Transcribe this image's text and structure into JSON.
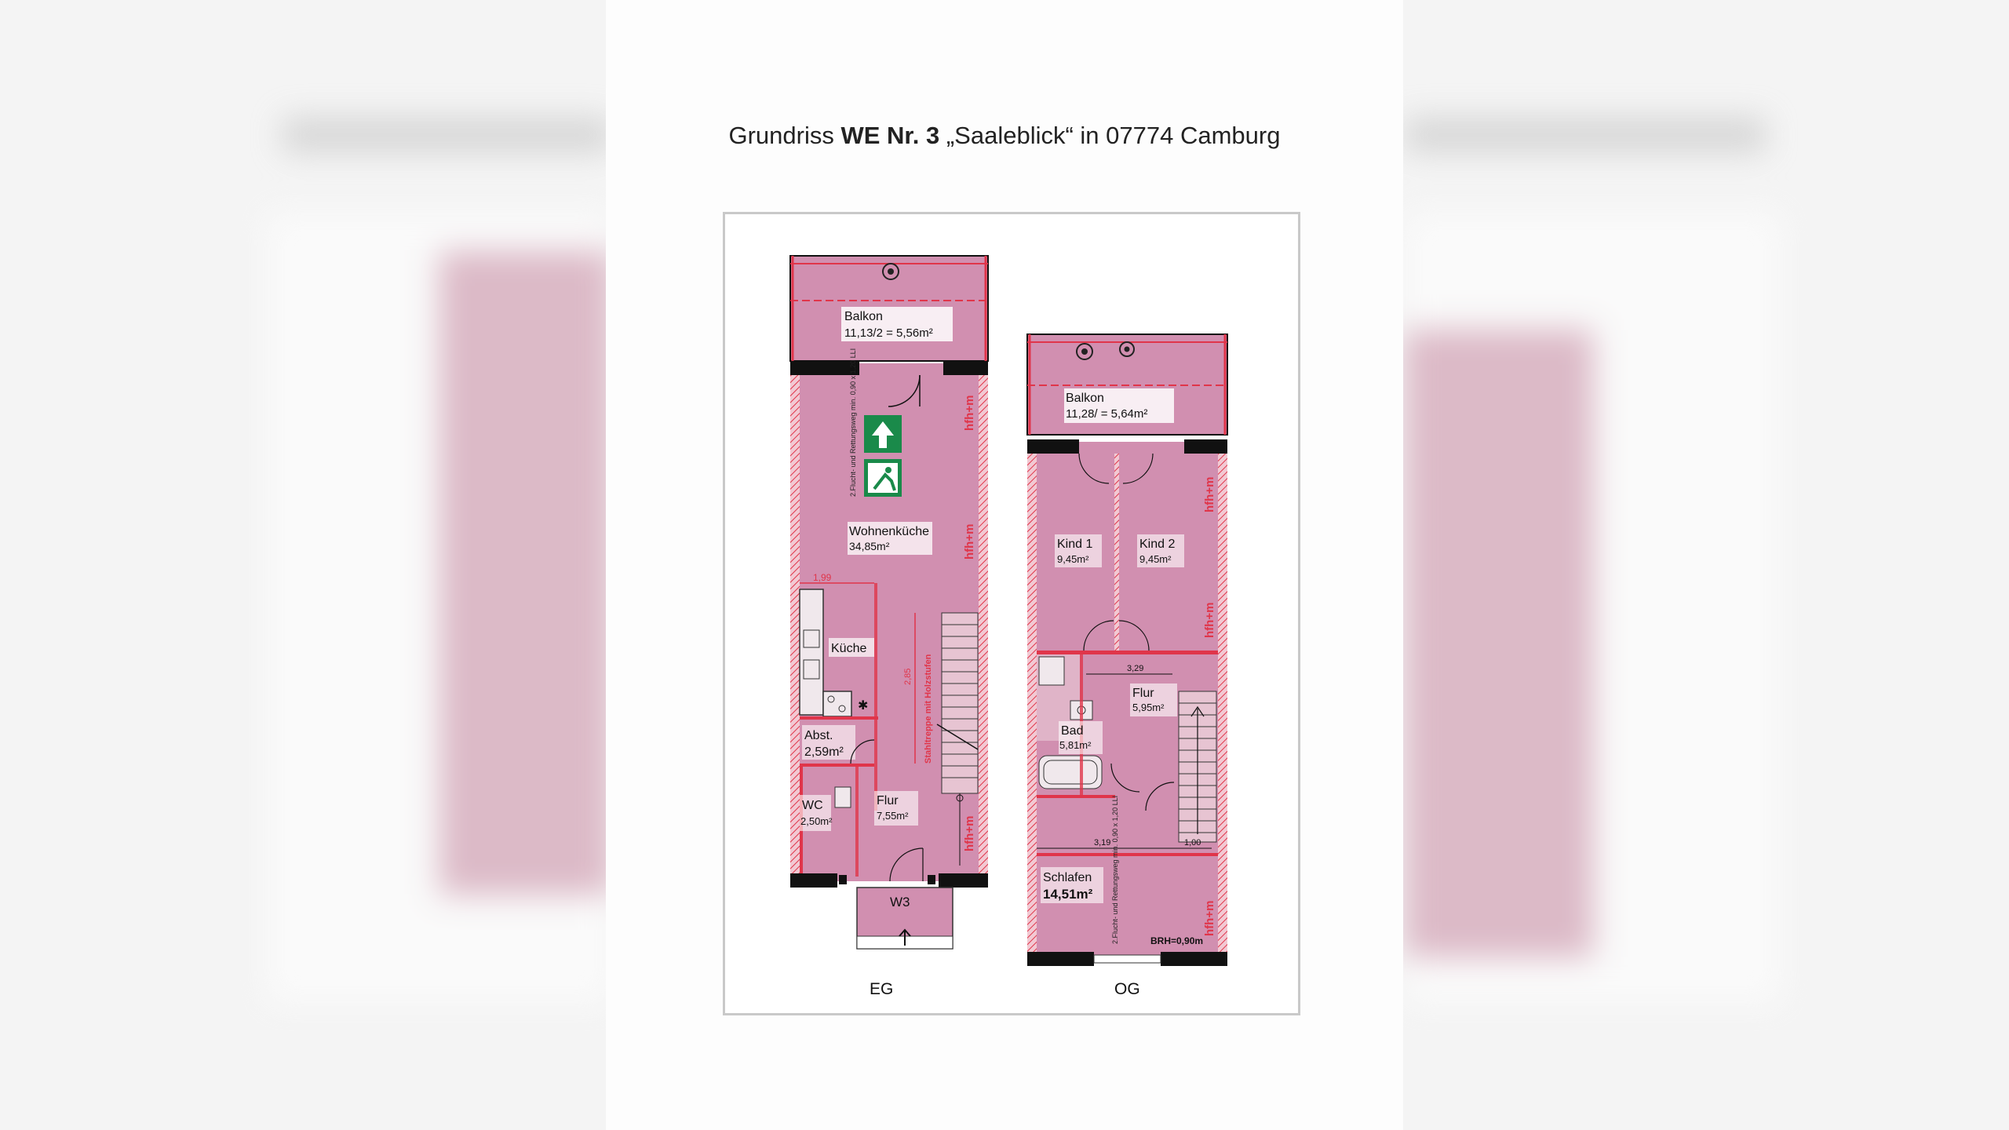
{
  "document": {
    "title_prefix": "Grundriss ",
    "title_bold": "WE Nr. 3",
    "title_suffix": " „Saaleblick“ in 07774 Camburg"
  },
  "floorplan": {
    "eg": {
      "level_label": "EG",
      "balcony_name": "Balkon",
      "balcony_area": "11,13/2 = 5,56m²",
      "living_name": "Wohnenküche",
      "living_area": "34,85m²",
      "kitchen_name": "Küche",
      "storage_name": "Abst.",
      "storage_area": "2,59m²",
      "wc_name": "WC",
      "wc_area": "2,50m²",
      "hall_name": "Flur",
      "hall_area": "7,55m²",
      "entrance_label": "W3",
      "stair_label": "Stahltreppe mit Holzstufen",
      "escape_note": "2.Flucht- und Rettungsweg min. 0,90 x 1,20 LLI",
      "dim_width": "1,99",
      "dim_stair": "2,85",
      "wall_label": "hfh+m"
    },
    "og": {
      "level_label": "OG",
      "balcony_name": "Balkon",
      "balcony_area": "11,28/ = 5,64m²",
      "kid1_name": "Kind 1",
      "kid1_area": "9,45m²",
      "kid2_name": "Kind 2",
      "kid2_area": "9,45m²",
      "hall_name": "Flur",
      "hall_area": "5,95m²",
      "bath_name": "Bad",
      "bath_area": "5,81m²",
      "bed_name": "Schlafen",
      "bed_area": "14,51m²",
      "brh_note": "BRH=0,90m",
      "escape_note": "2.Flucht- und Rettungsweg min. 0,90 x 1,20 LLI",
      "dim_hall": "3,29",
      "dim_bed": "3,19",
      "dim_side": "1,00",
      "wall_label": "hfh+m"
    }
  },
  "colors": {
    "room_fill": "#d18fb0",
    "wall_red": "#e0354a",
    "wall_black": "#111111",
    "exit_sign_green": "#1a8a4a"
  }
}
